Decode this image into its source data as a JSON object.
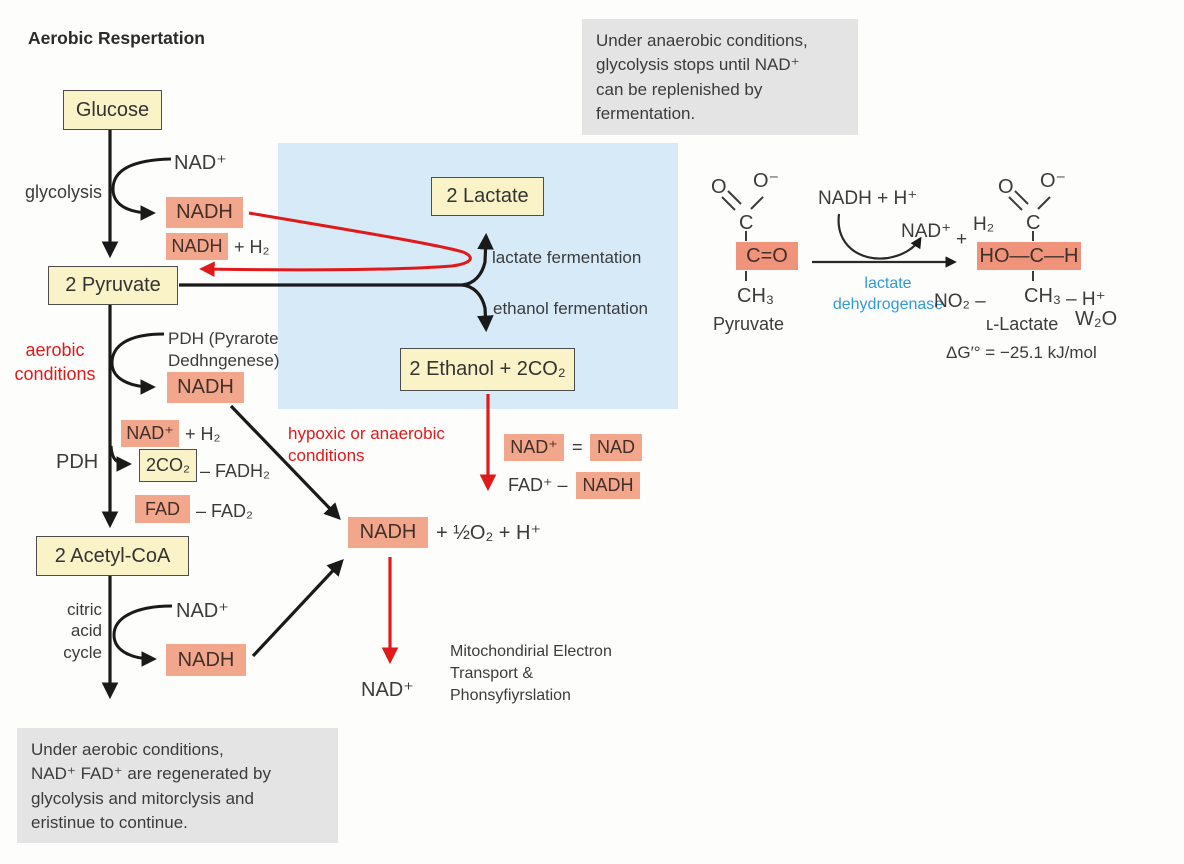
{
  "title": "Aerobic Respertation",
  "colors": {
    "yellow_box": "#faf3c8",
    "pink_highlight": "#f2a68c",
    "pink_strong": "#f0937b",
    "blue_region": "#d7eaf8",
    "gray_note": "#e4e4e4",
    "red_accent": "#e01a1a",
    "blue_text": "#2e9bd6"
  },
  "notes": {
    "anaerobic": "Under anaerobic conditions,\nglycolysis stops until NAD⁺\ncan be replenished by\nfermentation.",
    "aerobic": "Under aerobic conditions,\nNAD⁺ FAD⁺ are regenerated by\nglycolysis and mitorclysis and\neristinue to continue."
  },
  "glycolysis_section": {
    "glucose_box": "Glucose",
    "glycolysis_label": "glycolysis",
    "nad_plus": "NAD⁺",
    "nadh": "NADH",
    "nadh_h2_highlight": "NADH",
    "nadh_h2_suffix": "+ H₂",
    "pyruvate_box": "2 Pyruvate"
  },
  "fermentation_section": {
    "lactate_box": "2 Lactate",
    "lactate_fermentation": "lactate fermentation",
    "ethanol_fermentation": "ethanol fermentation",
    "ethanol_box": "2 Ethanol + 2CO₂",
    "hypoxic_label": "hypoxic or anaerobic\nconditions",
    "eq1_nad_plus": "NAD⁺",
    "eq1_equals": "=",
    "eq1_nad": "NAD",
    "eq2_fad": "FAD⁺ –",
    "eq2_nadh": "NADH"
  },
  "pdh_section": {
    "aerobic_label": "aerobic\nconditions",
    "pdh_enzyme": "PDH (Pyrarote\nDedhngenese)",
    "nadh": "NADH",
    "nad_h2_highlight": "NAD⁺",
    "nad_h2_suffix": "+ H₂",
    "pdh_label": "PDH",
    "co2_box": "2CO₂",
    "fadh2": "– FADH₂",
    "fad_highlight": "FAD",
    "fad2": "– FAD₂",
    "acetyl_box": "2 Acetyl-CoA"
  },
  "citric_section": {
    "cycle_label": "citric\nacid\ncycle",
    "nad_plus": "NAD⁺",
    "nadh": "NADH"
  },
  "etc_section": {
    "nadh": "NADH",
    "equation_suffix": "+ ½O₂ + H⁺",
    "nad_plus": "NAD⁺",
    "mito_label": "Mitochondirial Electron\nTransport &\nPhonsyfiyrslation"
  },
  "chemistry": {
    "pyruvate": {
      "o": "O",
      "o_minus": "O⁻",
      "c": "C",
      "c_double_o": "C=O",
      "ch3": "CH₃",
      "label": "Pyruvate"
    },
    "reaction": {
      "nadh_h": "NADH + H⁺",
      "nad_plus": "NAD⁺",
      "plus": "+",
      "h2": "H₂",
      "enzyme": "lactate\ndehydrogenase"
    },
    "lactate": {
      "o": "O",
      "o_minus": "O⁻",
      "c": "C",
      "hoch": "HO—C—H",
      "no2": "NO₂ –",
      "ch3": "CH₃",
      "h_plus": "– H⁺",
      "label": "ʟ-Lactate",
      "w2o": "W₂O",
      "delta_g": "ΔG′° = −25.1 kJ/mol"
    }
  }
}
